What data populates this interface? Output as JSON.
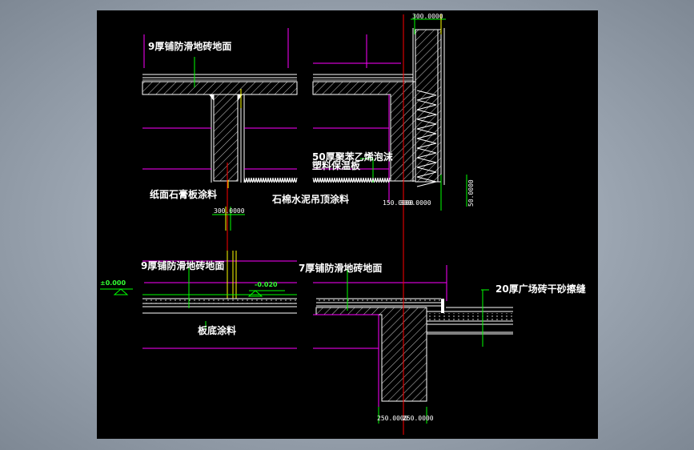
{
  "labels": {
    "floor_tile_top": "9厚铺防滑地砖地面",
    "insulation_line1": "50厚聚苯乙烯泡沫",
    "insulation_line2": "塑料保温板",
    "gypsum_board": "纸面石膏板涂料",
    "asbestos_ceiling": "石棉水泥吊顶涂料",
    "floor_tile_left": "9厚铺防滑地砖地面",
    "floor_tile_right": "7厚铺防滑地砖地面",
    "plaza_brick": "20厚广场砖干砂擦缝",
    "slab_bottom": "板底涂料"
  },
  "dimensions": {
    "top_right": "300.0000",
    "mid_left": "300.0000",
    "mid_center_a": "150.0000",
    "mid_center_b": "300.0000",
    "vertical": "50.0000",
    "bottom_a": "250.0000",
    "bottom_b": "250.0000"
  },
  "levels": {
    "left": "±0.000",
    "right": "-0.020"
  },
  "colors": {
    "background": "#000000",
    "magenta": "#ff00ff",
    "red": "#ff0000",
    "green": "#00ff00",
    "yellow": "#ffff00",
    "white": "#ffffff"
  }
}
